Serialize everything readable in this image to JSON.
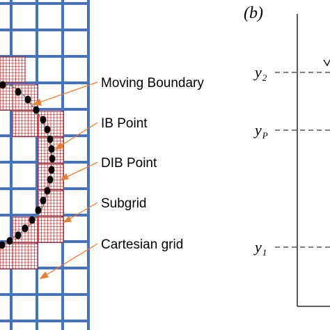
{
  "panel_b": {
    "tag": "(b)",
    "y2": {
      "base": "y",
      "sub": "2"
    },
    "yP": {
      "base": "y",
      "sub": "P"
    },
    "y1": {
      "base": "y",
      "sub": "1"
    }
  },
  "labels": {
    "moving_boundary": "Moving Boundary",
    "ib_point": "IB Point",
    "dib_point": "DIB Point",
    "subgrid": "Subgrid",
    "cartesian_grid": "Cartesian grid"
  },
  "colors": {
    "grid": "#4472c4",
    "subgrid": "#c00000",
    "arrow": "#ed7d31",
    "boundary": "#7f7f7f",
    "point": "#000000"
  }
}
